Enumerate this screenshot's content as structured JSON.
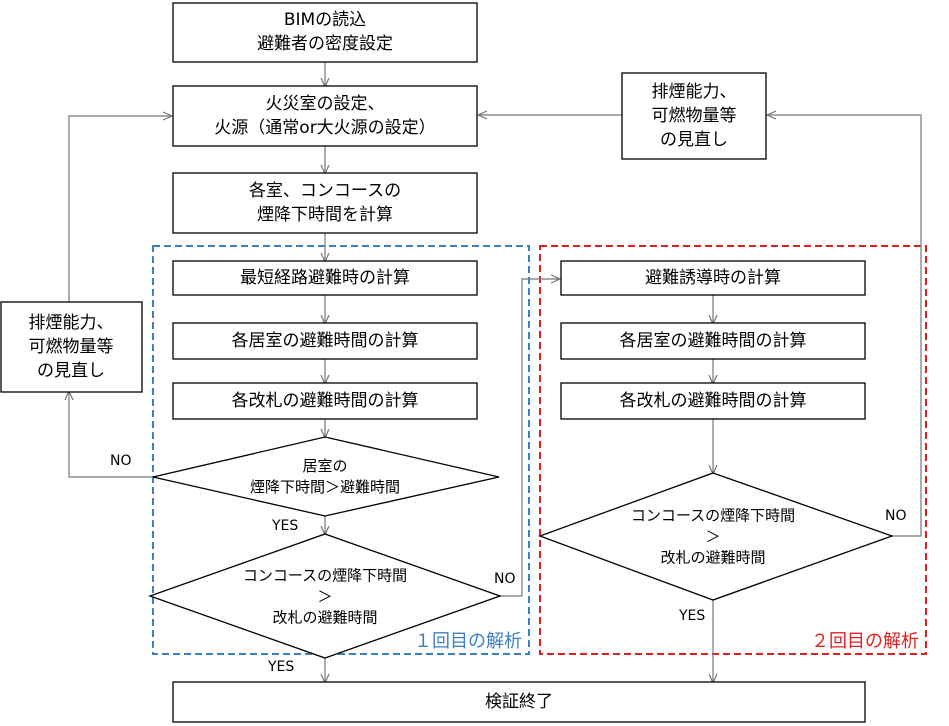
{
  "colors": {
    "first_region": "#3b7fc4",
    "second_region": "#e02020",
    "edge": "#777777",
    "node_border": "#000000"
  },
  "nodes": {
    "bim_load": [
      "BIMの読込",
      "避難者の密度設定"
    ],
    "fire_room_setup": [
      "火災室の設定、",
      "火源（通常or大火源の設定）"
    ],
    "smoke_calc": [
      "各室、コンコースの",
      "煙降下時間を計算"
    ],
    "review_top": [
      "排煙能力、",
      "可燃物量等",
      "の見直し"
    ],
    "review_left": [
      "排煙能力、",
      "可燃物量等",
      "の見直し"
    ],
    "shortest_route_calc": [
      "最短経路避難時の計算"
    ],
    "room_evac_time_1": [
      "各居室の避難時間の計算"
    ],
    "gate_evac_time_1": [
      "各改札の避難時間の計算"
    ],
    "decision_room": [
      "居室の",
      "煙降下時間＞避難時間"
    ],
    "decision_concourse_1": [
      "コンコースの煙降下時間",
      "＞",
      "改札の避難時間"
    ],
    "guided_evac_calc": [
      "避難誘導時の計算"
    ],
    "room_evac_time_2": [
      "各居室の避難時間の計算"
    ],
    "gate_evac_time_2": [
      "各改札の避難時間の計算"
    ],
    "decision_concourse_2": [
      "コンコースの煙降下時間",
      "＞",
      "改札の避難時間"
    ],
    "verification_end": [
      "検証終了"
    ]
  },
  "edge_labels": {
    "room_no": "NO",
    "room_yes": "YES",
    "concourse1_no": "NO",
    "concourse1_yes": "YES",
    "concourse2_no": "NO",
    "concourse2_yes": "YES"
  },
  "regions": {
    "first": "１回目の解析",
    "second": "２回目の解析"
  }
}
